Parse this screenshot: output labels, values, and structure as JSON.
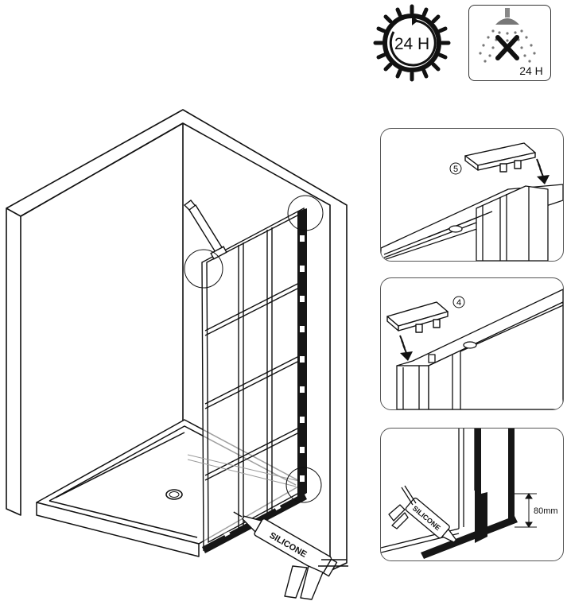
{
  "cure_timer": {
    "label": "24 H"
  },
  "no_shower": {
    "label": "24 H"
  },
  "step_cap_right": {
    "number": "5"
  },
  "step_cap_left": {
    "number": "4"
  },
  "silicone_main": {
    "tube_label": "SILICONE"
  },
  "silicone_detail": {
    "tube_label": "SILICONE",
    "height_label": "80mm"
  },
  "colors": {
    "line": "#111111",
    "profile": "#161616",
    "wall_fill": "#ffffff",
    "panel_border": "#555555"
  }
}
